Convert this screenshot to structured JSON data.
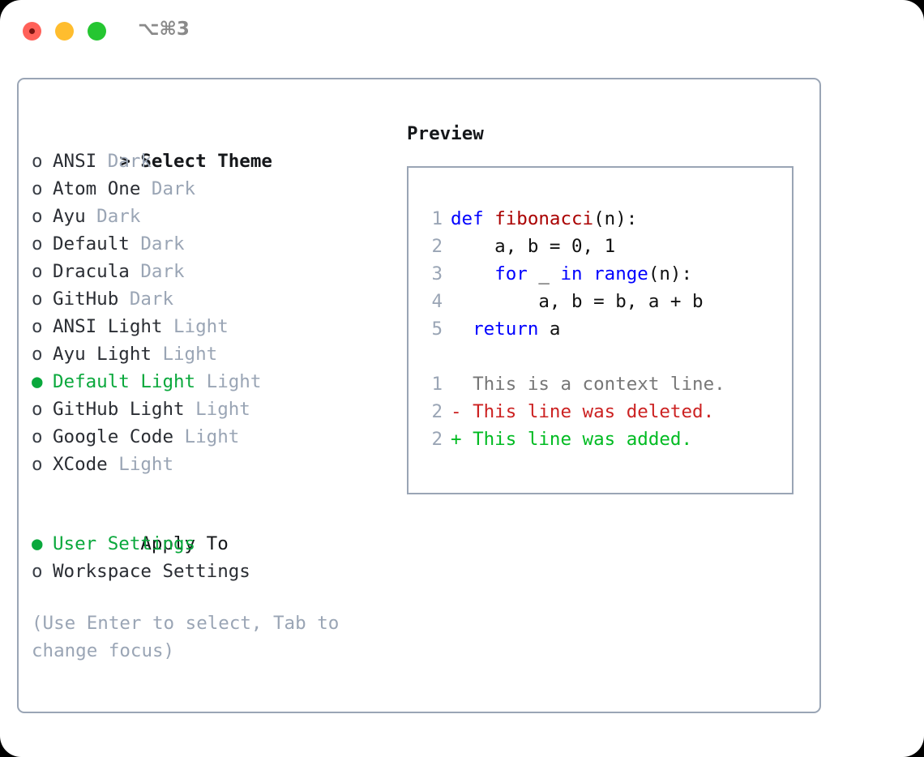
{
  "window": {
    "title": "⌥⌘3",
    "traffic_lights": [
      {
        "name": "close",
        "color": "#ff6159"
      },
      {
        "name": "minimize",
        "color": "#ffbd2e"
      },
      {
        "name": "maximize",
        "color": "#25c631"
      }
    ]
  },
  "colors": {
    "accent_green": "#0aa83c",
    "border": "#9aa5b5",
    "muted": "#9aa5b5",
    "text": "#2a2d33",
    "keyword_blue": "#0000ff",
    "function_red": "#aa0000",
    "diff_delete": "#cc2222",
    "diff_add": "#00bb22"
  },
  "left": {
    "header": {
      "prefix": "> ",
      "label": "Select Theme"
    },
    "themes": [
      {
        "marker": "o",
        "name": "ANSI",
        "kind": "Dark",
        "selected": false
      },
      {
        "marker": "o",
        "name": "Atom One",
        "kind": "Dark",
        "selected": false
      },
      {
        "marker": "o",
        "name": "Ayu",
        "kind": "Dark",
        "selected": false
      },
      {
        "marker": "o",
        "name": "Default",
        "kind": "Dark",
        "selected": false
      },
      {
        "marker": "o",
        "name": "Dracula",
        "kind": "Dark",
        "selected": false
      },
      {
        "marker": "o",
        "name": "GitHub",
        "kind": "Dark",
        "selected": false
      },
      {
        "marker": "o",
        "name": "ANSI Light",
        "kind": "Light",
        "selected": false
      },
      {
        "marker": "o",
        "name": "Ayu Light",
        "kind": "Light",
        "selected": false
      },
      {
        "marker": "●",
        "name": "Default Light",
        "kind": "Light",
        "selected": true
      },
      {
        "marker": "o",
        "name": "GitHub Light",
        "kind": "Light",
        "selected": false
      },
      {
        "marker": "o",
        "name": "Google Code",
        "kind": "Light",
        "selected": false
      },
      {
        "marker": "o",
        "name": "XCode",
        "kind": "Light",
        "selected": false
      }
    ],
    "apply_to": {
      "label": "Apply To",
      "options": [
        {
          "marker": "●",
          "label": "User Settings",
          "selected": true
        },
        {
          "marker": "o",
          "label": "Workspace Settings",
          "selected": false
        }
      ]
    },
    "hint": "(Use Enter to select, Tab to change focus)"
  },
  "right": {
    "preview_title": "Preview",
    "code_lines": [
      {
        "num": "1",
        "segments": [
          {
            "text": "def ",
            "style": "kw"
          },
          {
            "text": "fibonacci",
            "style": "fn"
          },
          {
            "text": "(n):",
            "style": "plain"
          }
        ]
      },
      {
        "num": "2",
        "segments": [
          {
            "text": "    a, b = 0, 1",
            "style": "plain"
          }
        ]
      },
      {
        "num": "3",
        "segments": [
          {
            "text": "    ",
            "style": "plain"
          },
          {
            "text": "for",
            "style": "kw"
          },
          {
            "text": " _ ",
            "style": "plain"
          },
          {
            "text": "in",
            "style": "kw"
          },
          {
            "text": " ",
            "style": "plain"
          },
          {
            "text": "range",
            "style": "kw"
          },
          {
            "text": "(n):",
            "style": "plain"
          }
        ]
      },
      {
        "num": "4",
        "segments": [
          {
            "text": "        a, b = b, a + b",
            "style": "plain"
          }
        ]
      },
      {
        "num": "5",
        "segments": [
          {
            "text": "  ",
            "style": "plain"
          },
          {
            "text": "return",
            "style": "kw"
          },
          {
            "text": " a",
            "style": "plain"
          }
        ]
      }
    ],
    "diff_lines": [
      {
        "num": "1",
        "sign": "  ",
        "text": "This is a context line.",
        "style": "ctx"
      },
      {
        "num": "2",
        "sign": "- ",
        "text": "This line was deleted.",
        "style": "del"
      },
      {
        "num": "2",
        "sign": "+ ",
        "text": "This line was added.",
        "style": "add"
      }
    ]
  }
}
